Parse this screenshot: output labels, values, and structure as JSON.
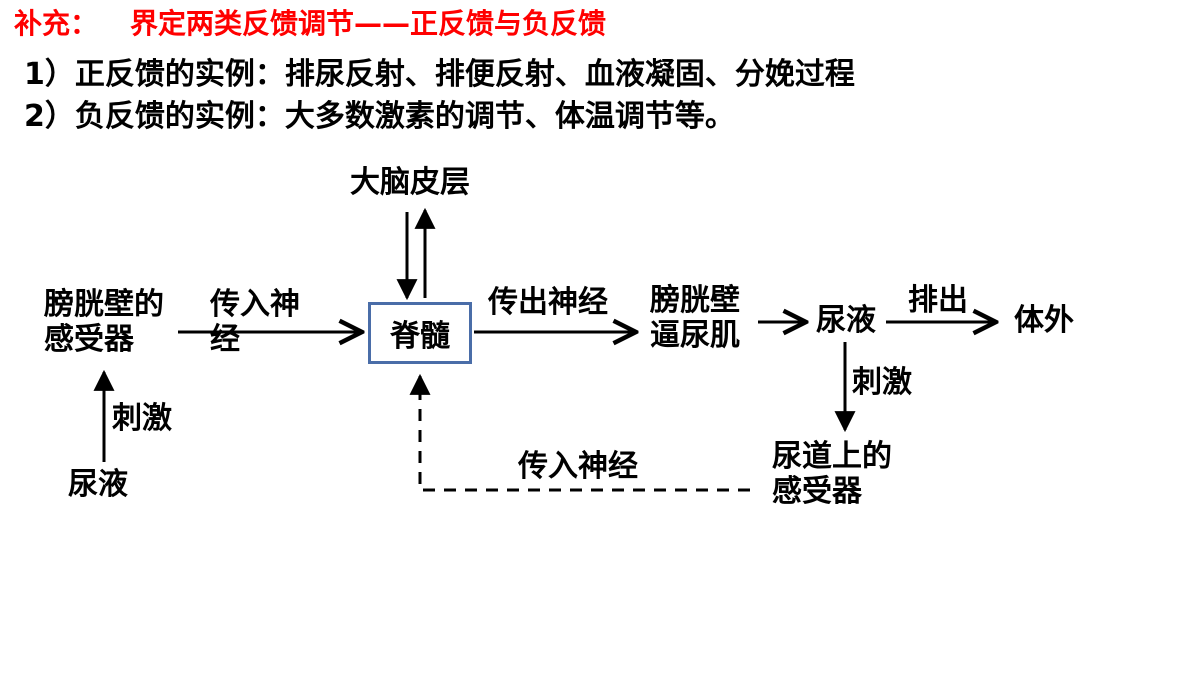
{
  "heading": {
    "prefix": "补充：",
    "title": "界定两类反馈调节——正反馈与负反馈"
  },
  "points": [
    "1）正反馈的实例：排尿反射、排便反射、血液凝固、分娩过程",
    "2）负反馈的实例：大多数激素的调节、体温调节等。"
  ],
  "diagram": {
    "cortex": "大脑皮层",
    "bladder_receptor": [
      "膀胱壁的",
      "感受器"
    ],
    "afferent_top": [
      "传入神",
      "经"
    ],
    "spinal_cord": "脊髓",
    "efferent": "传出神经",
    "detrusor": [
      "膀胱壁",
      "逼尿肌"
    ],
    "urine_right": "尿液",
    "discharge": "排出",
    "outside": "体外",
    "stimulus_right": "刺激",
    "urethra_receptor": [
      "尿道上的",
      "感受器"
    ],
    "afferent_bottom": "传入神经",
    "stimulus_left": "刺激",
    "urine_left": "尿液"
  },
  "colors": {
    "heading": "#ff0000",
    "text": "#000000",
    "box_border": "#4a6da8"
  }
}
